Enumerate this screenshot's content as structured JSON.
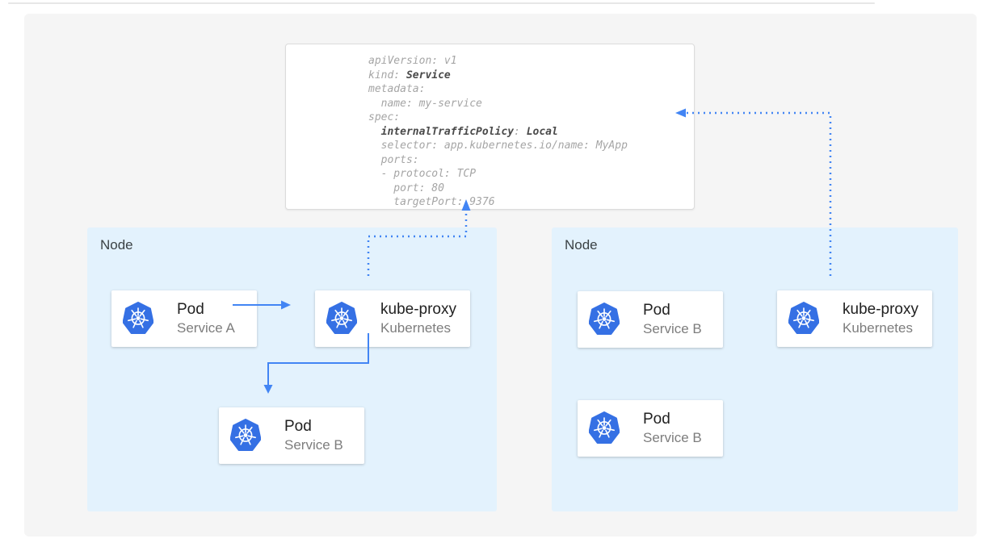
{
  "colors": {
    "accent_blue": "#4285f4",
    "kubernetes_icon_blue": "#3570e4",
    "node_background": "#e3f2fd",
    "canvas_background": "#f5f5f5"
  },
  "yaml_card": {
    "lines": [
      [
        {
          "text": "apiVersion: v1",
          "bold": false
        }
      ],
      [
        {
          "text": "kind: ",
          "bold": false
        },
        {
          "text": "Service",
          "bold": true
        }
      ],
      [
        {
          "text": "metadata:",
          "bold": false
        }
      ],
      [
        {
          "text": "  name: my-service",
          "bold": false
        }
      ],
      [
        {
          "text": "spec:",
          "bold": false
        }
      ],
      [
        {
          "text": "  ",
          "bold": false
        },
        {
          "text": "internalTrafficPolicy",
          "bold": true
        },
        {
          "text": ": ",
          "bold": false
        },
        {
          "text": "Local",
          "bold": true
        }
      ],
      [
        {
          "text": "  selector: app.kubernetes.io/name: MyApp",
          "bold": false
        }
      ],
      [
        {
          "text": "  ports:",
          "bold": false
        }
      ],
      [
        {
          "text": "  - protocol: TCP",
          "bold": false
        }
      ],
      [
        {
          "text": "    port: 80",
          "bold": false
        }
      ],
      [
        {
          "text": "    targetPort: 9376",
          "bold": false
        }
      ]
    ]
  },
  "nodes": [
    {
      "label": "Node",
      "cards": [
        {
          "id": "pod-service-a",
          "title": "Pod",
          "subtitle": "Service A",
          "icon": "kubernetes-icon"
        },
        {
          "id": "kube-proxy-left",
          "title": "kube-proxy",
          "subtitle": "Kubernetes",
          "icon": "kubernetes-icon"
        },
        {
          "id": "pod-service-b-left",
          "title": "Pod",
          "subtitle": "Service B",
          "icon": "kubernetes-icon"
        }
      ]
    },
    {
      "label": "Node",
      "cards": [
        {
          "id": "pod-service-b-top",
          "title": "Pod",
          "subtitle": "Service B",
          "icon": "kubernetes-icon"
        },
        {
          "id": "kube-proxy-right",
          "title": "kube-proxy",
          "subtitle": "Kubernetes",
          "icon": "kubernetes-icon"
        },
        {
          "id": "pod-service-b-bottom",
          "title": "Pod",
          "subtitle": "Service B",
          "icon": "kubernetes-icon"
        }
      ]
    }
  ],
  "edges": [
    {
      "from": "pod-service-a",
      "to": "kube-proxy-left",
      "style": "solid"
    },
    {
      "from": "kube-proxy-left",
      "to": "pod-service-b-left",
      "style": "solid"
    },
    {
      "from": "kube-proxy-left",
      "to": "service-yaml-card",
      "style": "dotted"
    },
    {
      "from": "kube-proxy-right",
      "to": "service-yaml-card",
      "style": "dotted"
    }
  ]
}
